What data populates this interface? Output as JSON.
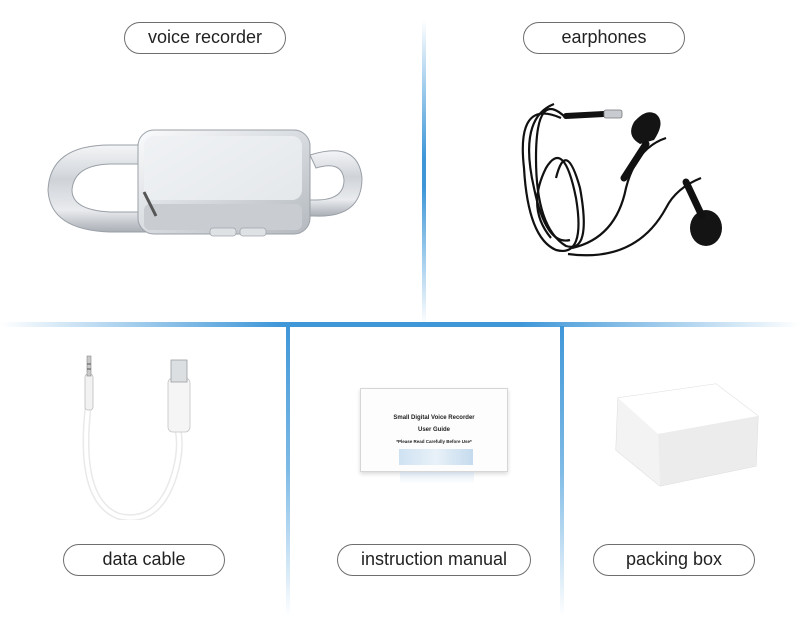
{
  "labels": {
    "voice_recorder": "voice recorder",
    "earphones": "earphones",
    "data_cable": "data cable",
    "instruction_manual": "instruction manual",
    "packing_box": "packing box"
  },
  "manual": {
    "title": "Small Digital Voice Recorder",
    "subtitle": "User Guide",
    "note": "*Please Read Carefully Before Use*"
  },
  "colors": {
    "divider": "#3f97d8",
    "label_border": "#6e6e6e"
  }
}
